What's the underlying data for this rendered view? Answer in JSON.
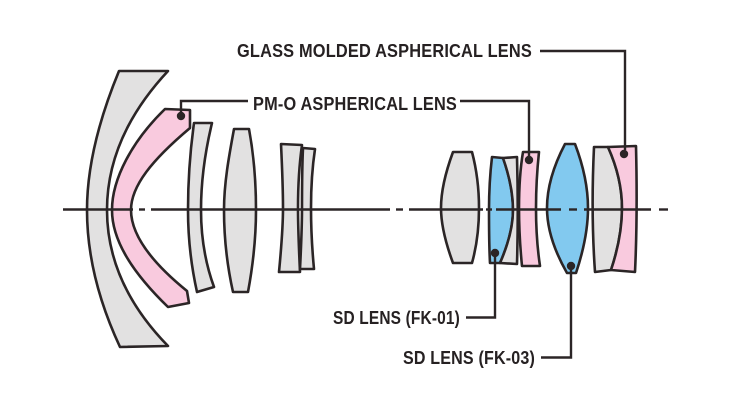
{
  "diagram": {
    "type": "lens-construction-diagram",
    "labels": {
      "glass_molded": "GLASS MOLDED ASPHERICAL LENS",
      "pm_o": "PM-O ASPHERICAL LENS",
      "sd_fk01": "SD LENS (FK-01)",
      "sd_fk03": "SD LENS (FK-03)"
    },
    "colors": {
      "background": "#ffffff",
      "outline": "#2b2526",
      "label_text": "#262122",
      "glass_standard": "#e2e1e1",
      "glass_aspherical": "#f9cade",
      "glass_sd": "#82c9ef"
    },
    "elements": [
      {
        "id": "L1",
        "group": "front",
        "material": "standard"
      },
      {
        "id": "L2",
        "group": "front",
        "material": "pm_o_aspherical"
      },
      {
        "id": "L3",
        "group": "front",
        "material": "standard"
      },
      {
        "id": "L4",
        "group": "front",
        "material": "standard"
      },
      {
        "id": "L5",
        "group": "front",
        "material": "standard"
      },
      {
        "id": "L6",
        "group": "front",
        "material": "standard"
      },
      {
        "id": "L7",
        "group": "rear",
        "material": "standard"
      },
      {
        "id": "L8",
        "group": "rear",
        "material": "sd_fk01"
      },
      {
        "id": "L9",
        "group": "rear",
        "material": "standard"
      },
      {
        "id": "L10",
        "group": "rear",
        "material": "pm_o_aspherical"
      },
      {
        "id": "L11",
        "group": "rear",
        "material": "sd_fk03"
      },
      {
        "id": "L12",
        "group": "rear",
        "material": "standard"
      },
      {
        "id": "L13",
        "group": "rear",
        "material": "glass_molded_aspherical"
      }
    ]
  }
}
